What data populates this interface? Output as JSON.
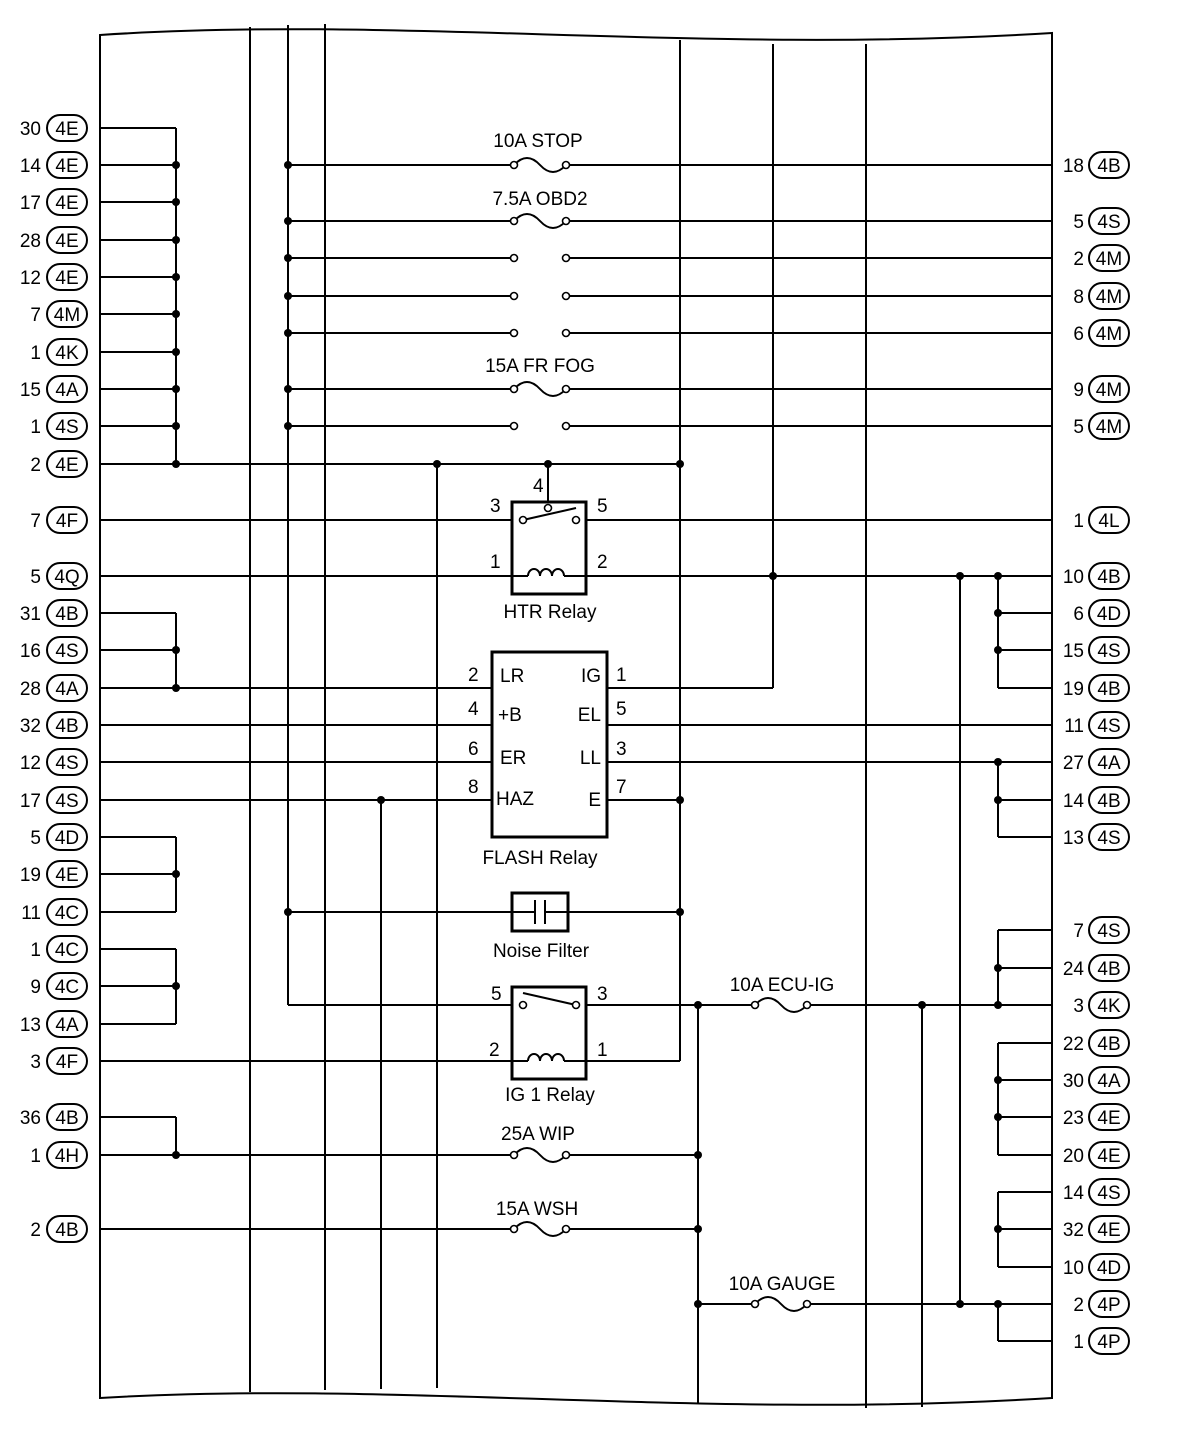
{
  "left_connectors": [
    {
      "pin": "30",
      "conn": "4E"
    },
    {
      "pin": "14",
      "conn": "4E"
    },
    {
      "pin": "17",
      "conn": "4E"
    },
    {
      "pin": "28",
      "conn": "4E"
    },
    {
      "pin": "12",
      "conn": "4E"
    },
    {
      "pin": "7",
      "conn": "4M"
    },
    {
      "pin": "1",
      "conn": "4K"
    },
    {
      "pin": "15",
      "conn": "4A"
    },
    {
      "pin": "1",
      "conn": "4S"
    },
    {
      "pin": "2",
      "conn": "4E"
    },
    {
      "pin": "7",
      "conn": "4F"
    },
    {
      "pin": "5",
      "conn": "4Q"
    },
    {
      "pin": "31",
      "conn": "4B"
    },
    {
      "pin": "16",
      "conn": "4S"
    },
    {
      "pin": "28",
      "conn": "4A"
    },
    {
      "pin": "32",
      "conn": "4B"
    },
    {
      "pin": "12",
      "conn": "4S"
    },
    {
      "pin": "17",
      "conn": "4S"
    },
    {
      "pin": "5",
      "conn": "4D"
    },
    {
      "pin": "19",
      "conn": "4E"
    },
    {
      "pin": "11",
      "conn": "4C"
    },
    {
      "pin": "1",
      "conn": "4C"
    },
    {
      "pin": "9",
      "conn": "4C"
    },
    {
      "pin": "13",
      "conn": "4A"
    },
    {
      "pin": "3",
      "conn": "4F"
    },
    {
      "pin": "36",
      "conn": "4B"
    },
    {
      "pin": "1",
      "conn": "4H"
    },
    {
      "pin": "2",
      "conn": "4B"
    }
  ],
  "right_connectors": [
    {
      "pin": "18",
      "conn": "4B"
    },
    {
      "pin": "5",
      "conn": "4S"
    },
    {
      "pin": "2",
      "conn": "4M"
    },
    {
      "pin": "8",
      "conn": "4M"
    },
    {
      "pin": "6",
      "conn": "4M"
    },
    {
      "pin": "9",
      "conn": "4M"
    },
    {
      "pin": "5",
      "conn": "4M"
    },
    {
      "pin": "1",
      "conn": "4L"
    },
    {
      "pin": "10",
      "conn": "4B"
    },
    {
      "pin": "6",
      "conn": "4D"
    },
    {
      "pin": "15",
      "conn": "4S"
    },
    {
      "pin": "19",
      "conn": "4B"
    },
    {
      "pin": "11",
      "conn": "4S"
    },
    {
      "pin": "27",
      "conn": "4A"
    },
    {
      "pin": "14",
      "conn": "4B"
    },
    {
      "pin": "13",
      "conn": "4S"
    },
    {
      "pin": "7",
      "conn": "4S"
    },
    {
      "pin": "24",
      "conn": "4B"
    },
    {
      "pin": "3",
      "conn": "4K"
    },
    {
      "pin": "22",
      "conn": "4B"
    },
    {
      "pin": "30",
      "conn": "4A"
    },
    {
      "pin": "23",
      "conn": "4E"
    },
    {
      "pin": "20",
      "conn": "4E"
    },
    {
      "pin": "14",
      "conn": "4S"
    },
    {
      "pin": "32",
      "conn": "4E"
    },
    {
      "pin": "10",
      "conn": "4D"
    },
    {
      "pin": "2",
      "conn": "4P"
    },
    {
      "pin": "1",
      "conn": "4P"
    }
  ],
  "fuses": [
    {
      "label": "10A STOP"
    },
    {
      "label": "7.5A OBD2"
    },
    {
      "label": "15A FR FOG"
    },
    {
      "label": "10A ECU-IG"
    },
    {
      "label": "25A WIP"
    },
    {
      "label": "15A WSH"
    },
    {
      "label": "10A GAUGE"
    }
  ],
  "htr_relay": {
    "label": "HTR Relay",
    "pins": [
      "3",
      "4",
      "5",
      "1",
      "2"
    ]
  },
  "flash_relay": {
    "label": "FLASH Relay",
    "left_pins": [
      "2",
      "4",
      "6",
      "8"
    ],
    "right_pins": [
      "1",
      "5",
      "3",
      "7"
    ],
    "left_terms": [
      "LR",
      "+B",
      "ER",
      "HAZ"
    ],
    "right_terms": [
      "IG",
      "EL",
      "LL",
      "E"
    ]
  },
  "noise_filter": {
    "label": "Noise Filter"
  },
  "ig1_relay": {
    "label": "IG 1 Relay",
    "pins": [
      "5",
      "3",
      "2",
      "1"
    ]
  }
}
